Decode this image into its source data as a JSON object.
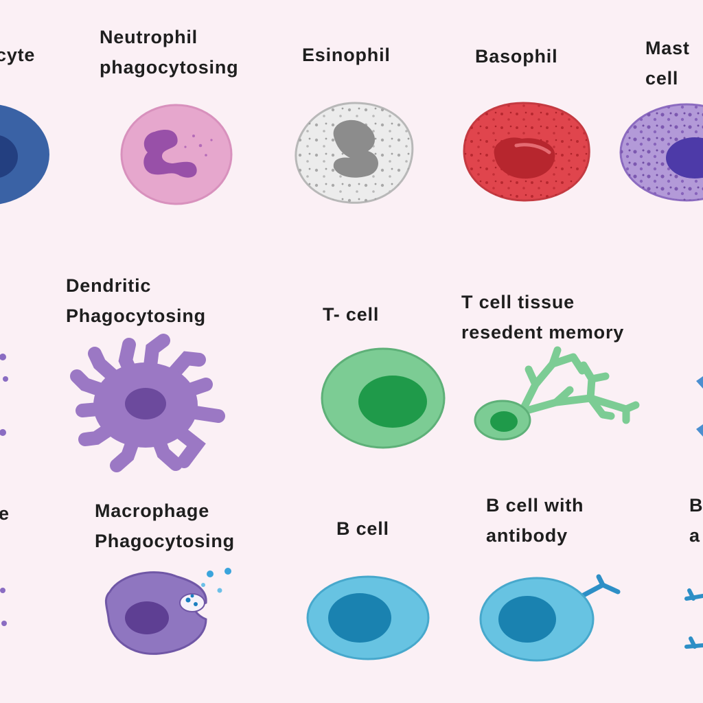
{
  "background": "#fbf0f5",
  "labels": {
    "monocyte": [
      "cyte"
    ],
    "neutrophil": [
      "Neutrophil",
      "phagocytosing"
    ],
    "eosinophil": [
      "Esinophil"
    ],
    "basophil": [
      "Basophil"
    ],
    "mast": [
      "Mast",
      "cell"
    ],
    "dendritic": [
      "Dendritic",
      "Phagocytosing"
    ],
    "tcell": [
      "T- cell"
    ],
    "trm": [
      "T cell tissue",
      "resedent memory"
    ],
    "row3_left": [
      "e"
    ],
    "macrophage": [
      "Macrophage",
      "Phagocytosing"
    ],
    "bcell": [
      "B cell"
    ],
    "bcell_ab": [
      "B cell with",
      "antibody"
    ],
    "row3_right": [
      "B",
      "a"
    ]
  },
  "colors": {
    "monocyte": "#3a62a5",
    "neutrophil": "#e3a1c9",
    "eosinophil": "#e8e8e8",
    "basophil": "#e0454d",
    "mast": "#b39ad8",
    "dendritic": "#9b78c4",
    "tcell": "#7ccc94",
    "macrophage": "#8f76c0",
    "bcell": "#67c3e2"
  }
}
